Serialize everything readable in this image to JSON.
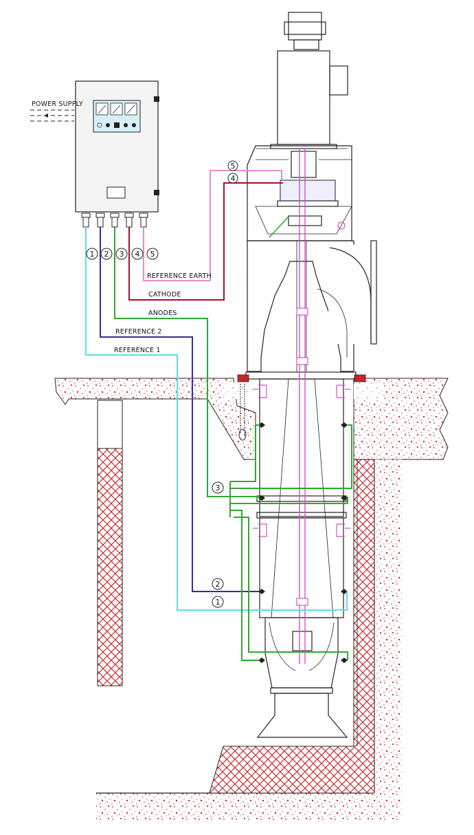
{
  "diagram": {
    "power_supply_label": "POWER SUPPLY",
    "panel_label": "",
    "wires": [
      {
        "id": "1",
        "label": "REFERENCE 1",
        "color": "#5fe0dc"
      },
      {
        "id": "2",
        "label": "REFERENCE 2",
        "color": "#3b2a9e"
      },
      {
        "id": "3",
        "label": "ANODES",
        "color": "#2fa82f"
      },
      {
        "id": "4",
        "label": "CATHODE",
        "color": "#a3122a"
      },
      {
        "id": "5",
        "label": "REFERENCE EARTH",
        "color": "#e58ad6"
      }
    ],
    "callouts": [
      "1",
      "2",
      "3",
      "4",
      "5"
    ],
    "colors": {
      "soil_dots": "#c8262a",
      "brick": "#c8262a",
      "outline": "#222222",
      "panel_face": "#d7f0f7",
      "pump_shaft": "#d84fc8"
    }
  }
}
